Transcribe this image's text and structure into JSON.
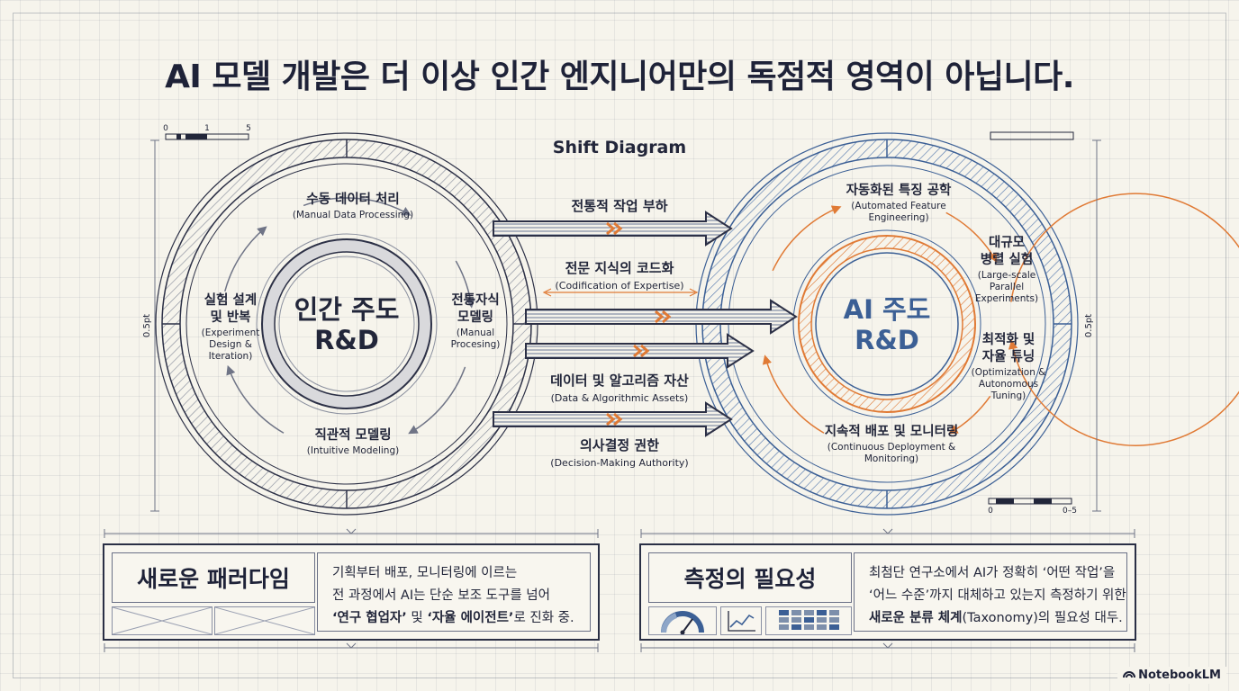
{
  "title": "AI 모델 개발은 더 이상 인간 엔지니어만의 독점적 영역이 아닙니다.",
  "diagram_label": "Shift Diagram",
  "colors": {
    "navy": "#2c3046",
    "blue": "#3b5f95",
    "orange": "#e07a35",
    "gray": "#8a8f9e"
  },
  "left_cycle": {
    "center": [
      "인간 주도",
      "R&D"
    ],
    "stages": [
      {
        "ko": "수동 데이터 처리",
        "en": [
          "(Manual Data Processing)"
        ]
      },
      {
        "ko": "전통자식\n모델링",
        "en": [
          "(Manual",
          "Procesing)"
        ]
      },
      {
        "ko": "직관적 모델링",
        "en": [
          "(Intuitive Modeling)"
        ]
      },
      {
        "ko": "실험 설계\n및 반복",
        "en": [
          "(Experiment",
          "Design &",
          "Iteration)"
        ]
      }
    ]
  },
  "right_cycle": {
    "center": [
      "AI 주도",
      "R&D"
    ],
    "stages": [
      {
        "ko": "자동화된 특징 공학",
        "en": [
          "(Automated Feature",
          "Engineering)"
        ]
      },
      {
        "ko": "대규모\n병렬 실험",
        "en": [
          "(Large-scale",
          "Parallel",
          "Experiments)"
        ]
      },
      {
        "ko": "최적화 및\n자율 튜닝",
        "en": [
          "(Optimization &",
          "Autonomous",
          "Tuning)"
        ]
      },
      {
        "ko": "지속적 배포 및 모니터링",
        "en": [
          "(Continuous Deployment &",
          "Monitoring)"
        ]
      }
    ]
  },
  "shifts": [
    {
      "ko": "전통적 작업 부하",
      "en": ""
    },
    {
      "ko": "전문 지식의 코드화",
      "en": "(Codification of Expertise)"
    },
    {
      "ko": "데이터 및 알고리즘 자산",
      "en": "(Data & Algorithmic Assets)"
    },
    {
      "ko": "의사결정 권한",
      "en": "(Decision-Making Authority)"
    }
  ],
  "scale_top": {
    "ticks": [
      "0",
      "1",
      "5"
    ]
  },
  "scale_bottom": {
    "ticks": [
      "0",
      "0–5"
    ]
  },
  "dim_labels": {
    "left": "0.5pt",
    "right": "0.5pt"
  },
  "paradigm_card": {
    "heading": "새로운 패러다임",
    "lines": [
      [
        {
          "t": "기획부터 배포, 모니터링에 이르는",
          "b": false
        }
      ],
      [
        {
          "t": "전 과정에서 AI는 단순 보조 도구를 넘어",
          "b": false
        }
      ],
      [
        {
          "t": "‘연구 협업자’",
          "b": true
        },
        {
          "t": " 및 ",
          "b": false
        },
        {
          "t": "‘자율 에이전트’",
          "b": true
        },
        {
          "t": "로 진화 중.",
          "b": false
        }
      ]
    ]
  },
  "measure_card": {
    "heading": "측정의 필요성",
    "lines": [
      [
        {
          "t": "최첨단 연구소에서 AI가 정확히 ‘어떤 작업’을",
          "b": false
        }
      ],
      [
        {
          "t": "‘어느 수준’까지 대체하고 있는지 측정하기 위한",
          "b": false
        }
      ],
      [
        {
          "t": "새로운 분류 체계",
          "b": true
        },
        {
          "t": "(Taxonomy)의 필요성 대두.",
          "b": false
        }
      ]
    ]
  },
  "watermark": "NotebookLM"
}
